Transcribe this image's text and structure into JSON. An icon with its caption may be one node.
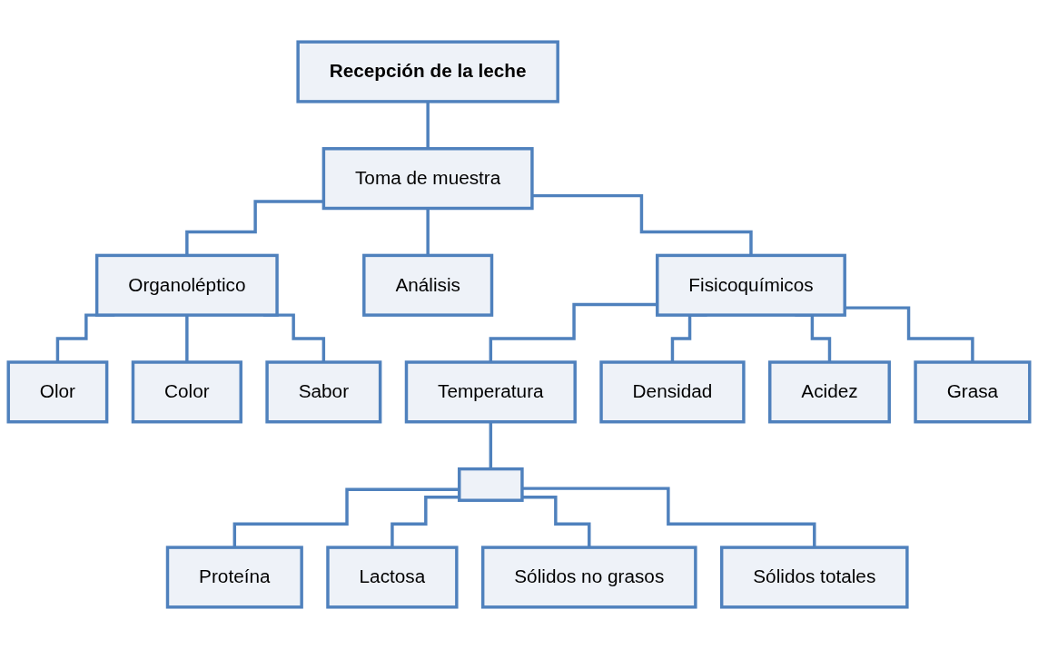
{
  "diagram": {
    "nodes": [
      {
        "text": [
          "Recepción de la leche"
        ]
      },
      {
        "text": [
          "Toma de muestra"
        ]
      },
      {
        "text": [
          "Organoléptico"
        ]
      },
      {
        "text": [
          "Análisis"
        ]
      },
      {
        "text": [
          "Fisicoquímicos"
        ]
      },
      {
        "text": [
          "Olor"
        ]
      },
      {
        "text": [
          "Color"
        ]
      },
      {
        "text": [
          "Sabor"
        ]
      },
      {
        "text": [
          "Temperatura"
        ]
      },
      {
        "text": [
          "Densidad"
        ]
      },
      {
        "text": [
          "Acidez"
        ]
      },
      {
        "text": [
          "Grasa"
        ]
      },
      {
        "text": [],
        "shape": "box"
      },
      {
        "text": [
          "Proteína"
        ]
      },
      {
        "text": [
          "Lactosa"
        ]
      },
      {
        "text": [
          "Sólidos no grasos"
        ]
      },
      {
        "text": [
          "Sólidos totales"
        ]
      }
    ],
    "edges": [
      {
        "from": 0,
        "to": 1,
        "arrow": "none"
      },
      {
        "from": 1,
        "to": 2,
        "arrow": "none"
      },
      {
        "from": 1,
        "to": 3,
        "arrow": "none"
      },
      {
        "from": 1,
        "to": 4,
        "arrow": "none"
      },
      {
        "from": 2,
        "to": 5,
        "arrow": "none"
      },
      {
        "from": 2,
        "to": 6,
        "arrow": "none"
      },
      {
        "from": 2,
        "to": 7,
        "arrow": "none"
      },
      {
        "from": 4,
        "to": 8,
        "arrow": "none"
      },
      {
        "from": 4,
        "to": 9,
        "arrow": "none"
      },
      {
        "from": 4,
        "to": 10,
        "arrow": "none"
      },
      {
        "from": 4,
        "to": 11,
        "arrow": "none"
      },
      {
        "from": 8,
        "to": 12,
        "arrow": "none"
      },
      {
        "from": 12,
        "to": 13,
        "arrow": "none"
      },
      {
        "from": 12,
        "to": 14,
        "arrow": "none"
      },
      {
        "from": 12,
        "to": 15,
        "arrow": "none"
      },
      {
        "from": 12,
        "to": 16,
        "arrow": "none"
      }
    ]
  }
}
